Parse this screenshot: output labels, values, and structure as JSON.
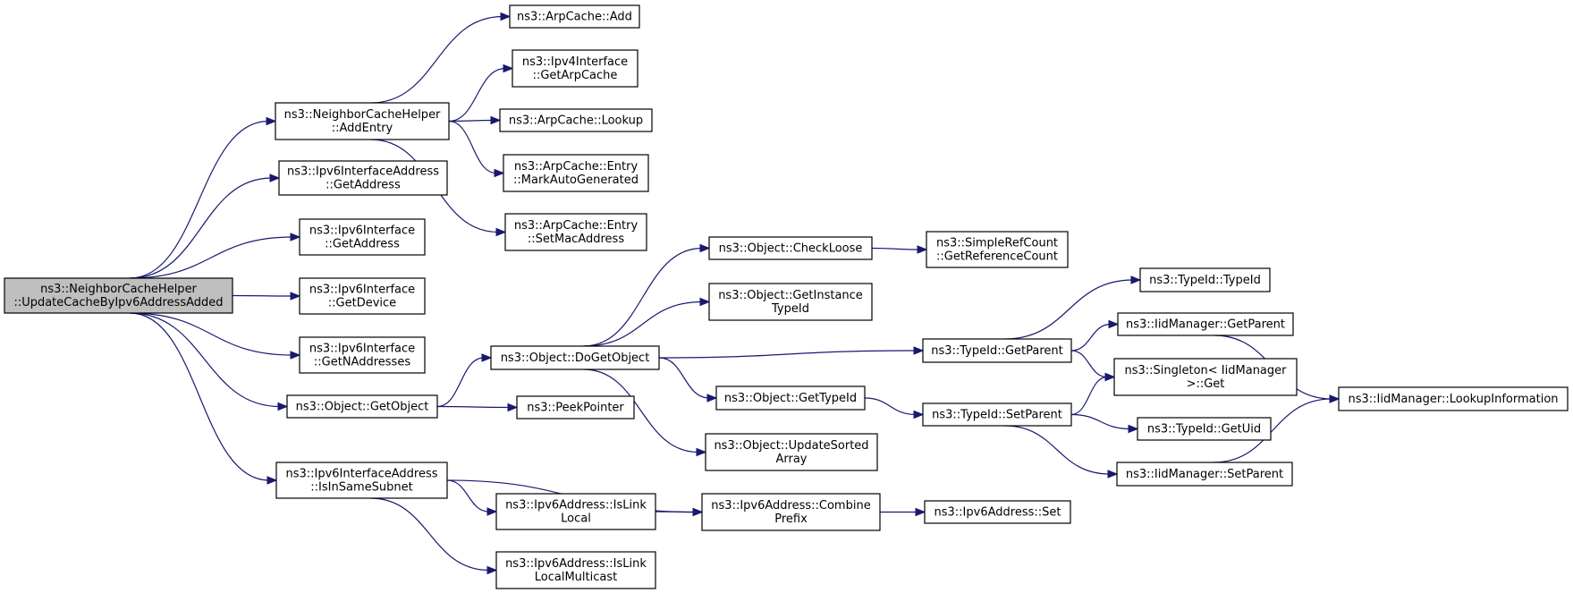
{
  "graph": {
    "colors": {
      "edge": "#191970",
      "node_fill": "#ffffff",
      "root_fill": "#bfbfbf",
      "border": "#000000"
    },
    "nodes": [
      {
        "id": "root",
        "lines": [
          "ns3::NeighborCacheHelper",
          "::UpdateCacheByIpv6AddressAdded"
        ],
        "root": true
      },
      {
        "id": "addentry",
        "lines": [
          "ns3::NeighborCacheHelper",
          "::AddEntry"
        ]
      },
      {
        "id": "ifaddr_getaddress",
        "lines": [
          "ns3::Ipv6InterfaceAddress",
          "::GetAddress"
        ]
      },
      {
        "id": "if_getaddress",
        "lines": [
          "ns3::Ipv6Interface",
          "::GetAddress"
        ]
      },
      {
        "id": "if_getdevice",
        "lines": [
          "ns3::Ipv6Interface",
          "::GetDevice"
        ]
      },
      {
        "id": "if_getnaddresses",
        "lines": [
          "ns3::Ipv6Interface",
          "::GetNAddresses"
        ]
      },
      {
        "id": "getobject",
        "lines": [
          "ns3::Object::GetObject"
        ]
      },
      {
        "id": "isinsamesubnet",
        "lines": [
          "ns3::Ipv6InterfaceAddress",
          "::IsInSameSubnet"
        ]
      },
      {
        "id": "arp_add",
        "lines": [
          "ns3::ArpCache::Add"
        ]
      },
      {
        "id": "ipv4_getarpcache",
        "lines": [
          "ns3::Ipv4Interface",
          "::GetArpCache"
        ]
      },
      {
        "id": "arp_lookup",
        "lines": [
          "ns3::ArpCache::Lookup"
        ]
      },
      {
        "id": "arp_markauto",
        "lines": [
          "ns3::ArpCache::Entry",
          "::MarkAutoGenerated"
        ]
      },
      {
        "id": "arp_setmac",
        "lines": [
          "ns3::ArpCache::Entry",
          "::SetMacAddress"
        ]
      },
      {
        "id": "dogetobject",
        "lines": [
          "ns3::Object::DoGetObject"
        ]
      },
      {
        "id": "peekpointer",
        "lines": [
          "ns3::PeekPointer"
        ]
      },
      {
        "id": "checkloose",
        "lines": [
          "ns3::Object::CheckLoose"
        ]
      },
      {
        "id": "getinstancetypeid",
        "lines": [
          "ns3::Object::GetInstance",
          "TypeId"
        ]
      },
      {
        "id": "gettypeid",
        "lines": [
          "ns3::Object::GetTypeId"
        ]
      },
      {
        "id": "updatesorted",
        "lines": [
          "ns3::Object::UpdateSorted",
          "Array"
        ]
      },
      {
        "id": "getrefcount",
        "lines": [
          "ns3::SimpleRefCount",
          "::GetReferenceCount"
        ]
      },
      {
        "id": "typeid_getparent",
        "lines": [
          "ns3::TypeId::GetParent"
        ]
      },
      {
        "id": "typeid_setparent",
        "lines": [
          "ns3::TypeId::SetParent"
        ]
      },
      {
        "id": "typeid_typeid",
        "lines": [
          "ns3::TypeId::TypeId"
        ]
      },
      {
        "id": "iid_getparent",
        "lines": [
          "ns3::IidManager::GetParent"
        ]
      },
      {
        "id": "singleton_get",
        "lines": [
          "ns3::Singleton< IidManager",
          ">::Get"
        ]
      },
      {
        "id": "typeid_getuid",
        "lines": [
          "ns3::TypeId::GetUid"
        ]
      },
      {
        "id": "iid_setparent",
        "lines": [
          "ns3::IidManager::SetParent"
        ]
      },
      {
        "id": "iid_lookup",
        "lines": [
          "ns3::IidManager::LookupInformation"
        ]
      },
      {
        "id": "islinklocal",
        "lines": [
          "ns3::Ipv6Address::IsLink",
          "Local"
        ]
      },
      {
        "id": "islinklocalmc",
        "lines": [
          "ns3::Ipv6Address::IsLink",
          "LocalMulticast"
        ]
      },
      {
        "id": "combineprefix",
        "lines": [
          "ns3::Ipv6Address::Combine",
          "Prefix"
        ]
      },
      {
        "id": "ipv6_set",
        "lines": [
          "ns3::Ipv6Address::Set"
        ]
      }
    ],
    "edges": [
      [
        "root",
        "addentry"
      ],
      [
        "root",
        "ifaddr_getaddress"
      ],
      [
        "root",
        "if_getaddress"
      ],
      [
        "root",
        "if_getdevice"
      ],
      [
        "root",
        "if_getnaddresses"
      ],
      [
        "root",
        "getobject"
      ],
      [
        "root",
        "isinsamesubnet"
      ],
      [
        "addentry",
        "arp_add"
      ],
      [
        "addentry",
        "ipv4_getarpcache"
      ],
      [
        "addentry",
        "arp_lookup"
      ],
      [
        "addentry",
        "arp_markauto"
      ],
      [
        "addentry",
        "arp_setmac"
      ],
      [
        "getobject",
        "dogetobject"
      ],
      [
        "getobject",
        "peekpointer"
      ],
      [
        "dogetobject",
        "checkloose"
      ],
      [
        "dogetobject",
        "getinstancetypeid"
      ],
      [
        "dogetobject",
        "typeid_getparent"
      ],
      [
        "dogetobject",
        "gettypeid"
      ],
      [
        "dogetobject",
        "updatesorted"
      ],
      [
        "checkloose",
        "getrefcount"
      ],
      [
        "gettypeid",
        "typeid_setparent"
      ],
      [
        "typeid_getparent",
        "typeid_typeid"
      ],
      [
        "typeid_getparent",
        "iid_getparent"
      ],
      [
        "typeid_getparent",
        "singleton_get"
      ],
      [
        "typeid_setparent",
        "singleton_get"
      ],
      [
        "typeid_setparent",
        "typeid_getuid"
      ],
      [
        "typeid_setparent",
        "iid_setparent"
      ],
      [
        "iid_getparent",
        "iid_lookup"
      ],
      [
        "iid_setparent",
        "iid_lookup"
      ],
      [
        "isinsamesubnet",
        "combineprefix"
      ],
      [
        "isinsamesubnet",
        "islinklocal"
      ],
      [
        "isinsamesubnet",
        "islinklocalmc"
      ],
      [
        "islinklocal",
        "combineprefix"
      ],
      [
        "combineprefix",
        "ipv6_set"
      ]
    ]
  }
}
